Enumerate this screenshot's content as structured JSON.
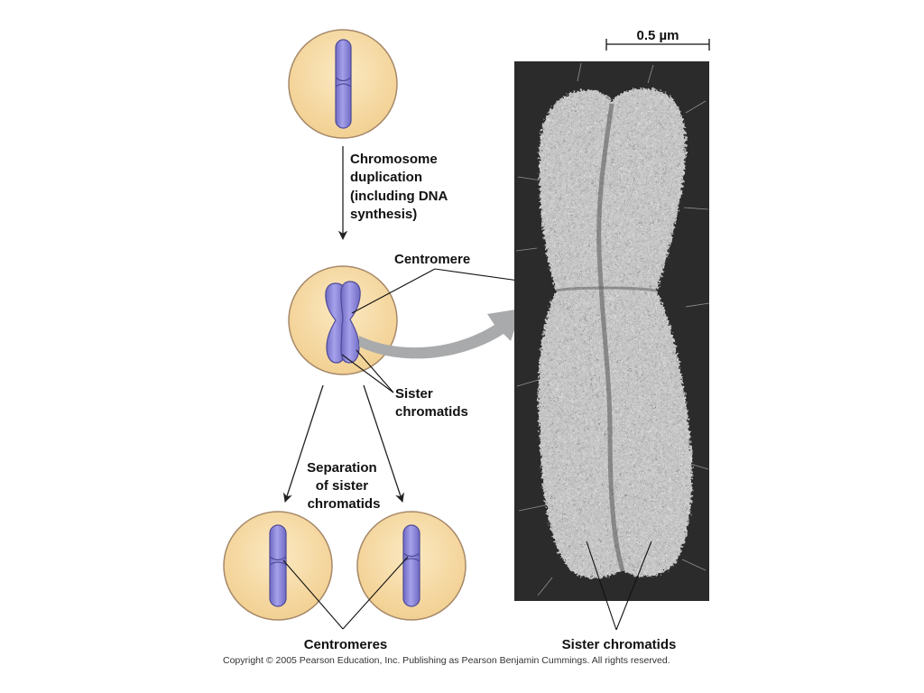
{
  "labels": {
    "duplication": [
      "Chromosome",
      "duplication",
      "(including DNA",
      "synthesis)"
    ],
    "centromere": "Centromere",
    "sister_chromatids_left": [
      "Sister",
      "chromatids"
    ],
    "separation": [
      "Separation",
      "of sister",
      "chromatids"
    ],
    "centromeres": "Centromeres",
    "sister_chromatids_right": "Sister chromatids",
    "scale_bar": "0.5 µm",
    "copyright": "Copyright ©  2005 Pearson Education, Inc. Publishing as Pearson Benjamin Cummings. All rights reserved."
  },
  "colors": {
    "cell_fill": "#f7dca4",
    "cell_stroke": "#a6896a",
    "chromosome_fill": "#8e88d8",
    "chromosome_stroke": "#4e4a96",
    "arrow_gray": "#a9aaab",
    "micrograph_bg": "#2b2b2b",
    "micrograph_chromosome": "#d8d8d8"
  }
}
